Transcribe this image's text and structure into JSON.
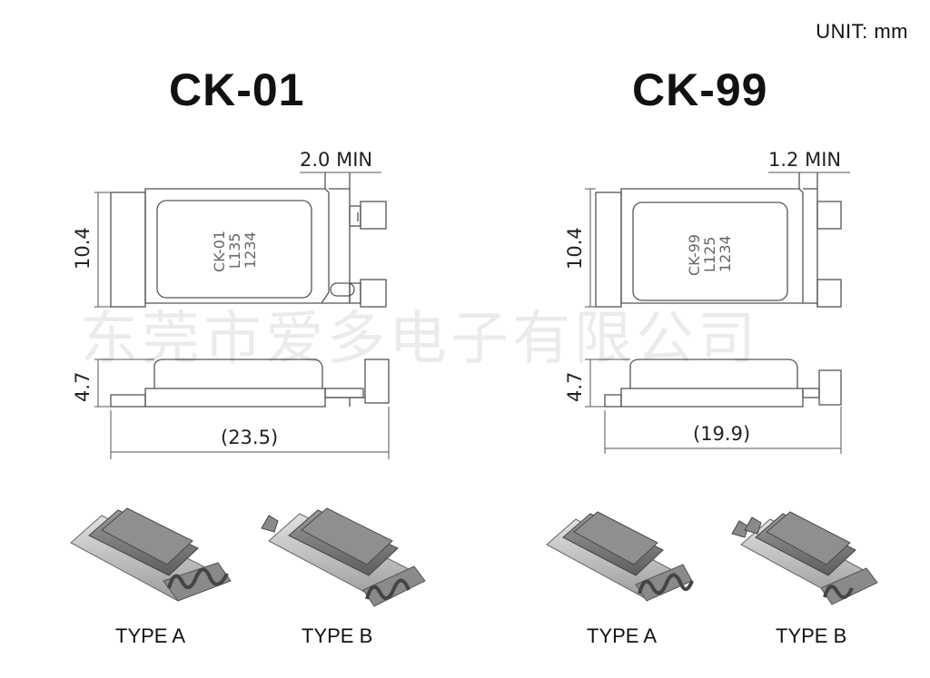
{
  "unit_label": "UNIT: mm",
  "watermark": "东莞市爱多电子有限公司",
  "models": [
    {
      "title": "CK-01",
      "terminal_min": "2.0 MIN",
      "height": "10.4",
      "thickness": "4.7",
      "length": "(23.5)",
      "marking": [
        "CK-01",
        "L135",
        "1234"
      ],
      "types": [
        "TYPE A",
        "TYPE B"
      ]
    },
    {
      "title": "CK-99",
      "terminal_min": "1.2 MIN",
      "height": "10.4",
      "thickness": "4.7",
      "length": "(19.9)",
      "marking": [
        "CK-99",
        "L125",
        "1234"
      ],
      "types": [
        "TYPE A",
        "TYPE B"
      ]
    }
  ],
  "colors": {
    "line": "#555555",
    "body": "#7d7d7d",
    "terminal": "#b8b8b8"
  }
}
